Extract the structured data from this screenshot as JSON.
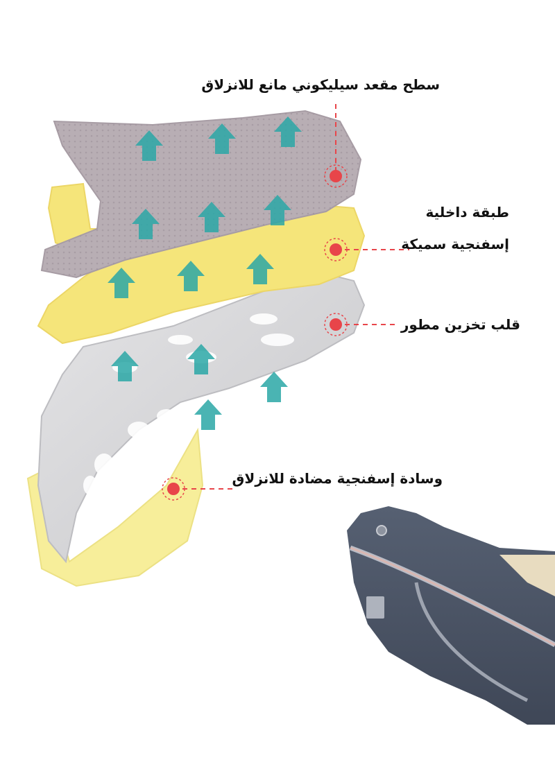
{
  "labels": {
    "top_surface": "سطح مقعد سيليكوني مانع للانزلاق",
    "inner_layer_line1": "طبقة داخلية",
    "inner_layer_line2": "إسفنجية سميكة",
    "storage_core": "قلب تخزين مطور",
    "antislip_cushion": "وسادة إسفنجية مضادة للانزلاق"
  },
  "colors": {
    "silicone_layer": "#b8aeb4",
    "foam_layer": "#f5e57a",
    "core_layer": "#d7d7d9",
    "cushion_layer": "#f7ee9a",
    "arrow": "#2aa7a6",
    "marker": "#e8454a",
    "dashed_line": "#e8454a",
    "fabric": "#4b5566"
  },
  "icons": {
    "marker": "red-dot-marker-icon",
    "arrow": "up-arrow-icon"
  }
}
